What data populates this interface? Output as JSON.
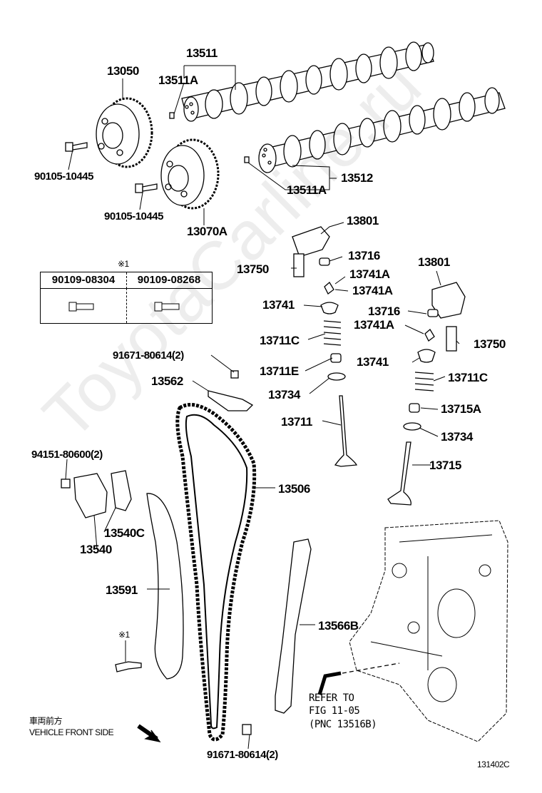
{
  "watermark": "ToyotaCarline.ru",
  "labels": {
    "p13511": "13511",
    "p13050": "13050",
    "p13511A_top": "13511A",
    "p90105_a": "90105-10445",
    "p13512": "13512",
    "p13511A_bot": "13511A",
    "p90105_b": "90105-10445",
    "p13070A": "13070A",
    "p13801_a": "13801",
    "p13750_a": "13750",
    "p13716_a": "13716",
    "p13741A_1": "13741A",
    "p13741A_2": "13741A",
    "p13801_b": "13801",
    "p13741_a": "13741",
    "p13716_b": "13716",
    "p13741A_3": "13741A",
    "p13711C_a": "13711C",
    "p13750_b": "13750",
    "p91671_top": "91671-80614(2)",
    "p13741_b": "13741",
    "p13711E": "13711E",
    "p13711C_b": "13711C",
    "p13562": "13562",
    "p13734_a": "13734",
    "p13715A": "13715A",
    "p13711": "13711",
    "p13734_b": "13734",
    "p94151": "94151-80600(2)",
    "p13715": "13715",
    "p13506": "13506",
    "p13540C": "13540C",
    "p13540": "13540",
    "p13591": "13591",
    "p13566B": "13566B",
    "p91671_bot": "91671-80614(2)"
  },
  "note_mark_box": "※1",
  "note_mark_bolt": "※1",
  "box": {
    "col1": "90109-08304",
    "col2": "90109-08268"
  },
  "refer": {
    "line1": "REFER TO",
    "line2": "FIG 11-05",
    "line3": "(PNC 13516B)"
  },
  "front": {
    "jp": "車両前方",
    "en": "VEHICLE FRONT SIDE"
  },
  "figure_code": "131402C"
}
